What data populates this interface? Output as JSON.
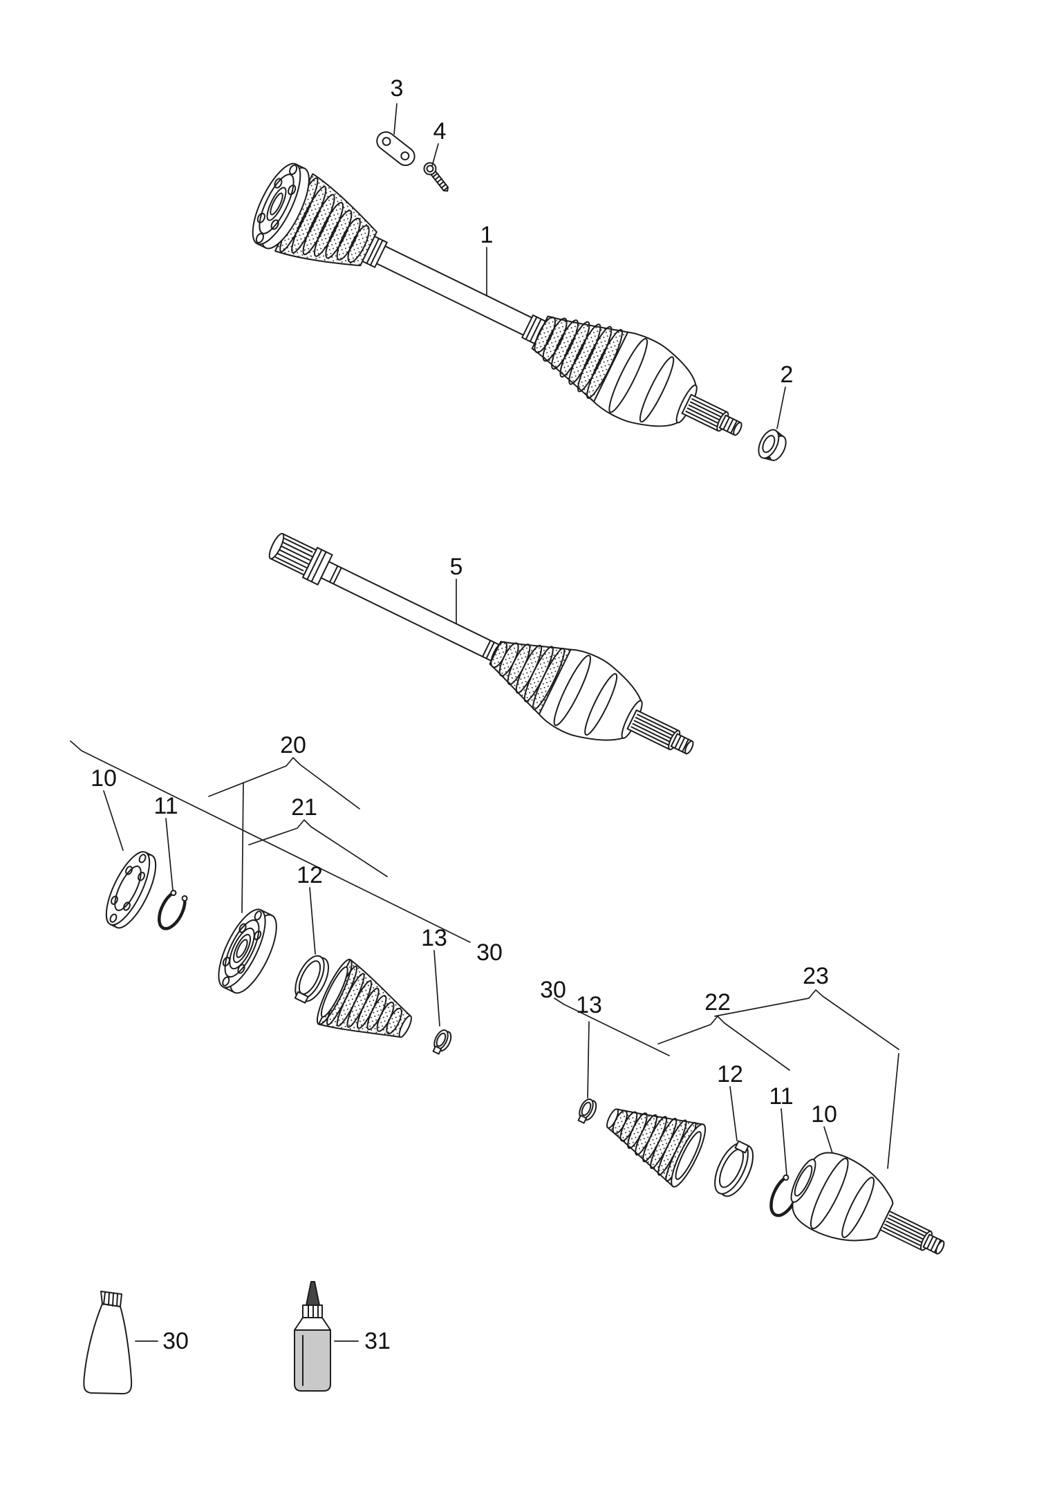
{
  "style": {
    "paper_color": "#ffffff",
    "line_color": "#1c1c1c",
    "bottle_body_color": "#c9c9c9"
  },
  "callouts": {
    "c1": "1",
    "c2": "2",
    "c3": "3",
    "c4": "4",
    "c5": "5",
    "c10_left": "10",
    "c11_left": "11",
    "c20": "20",
    "c21": "21",
    "c12_left": "12",
    "c13_left": "13",
    "c30_left": "30",
    "c30_right": "30",
    "c13_right": "13",
    "c22": "22",
    "c23": "23",
    "c12_right": "12",
    "c11_right": "11",
    "c10_right": "10",
    "c30_tube": "30",
    "c31": "31"
  }
}
